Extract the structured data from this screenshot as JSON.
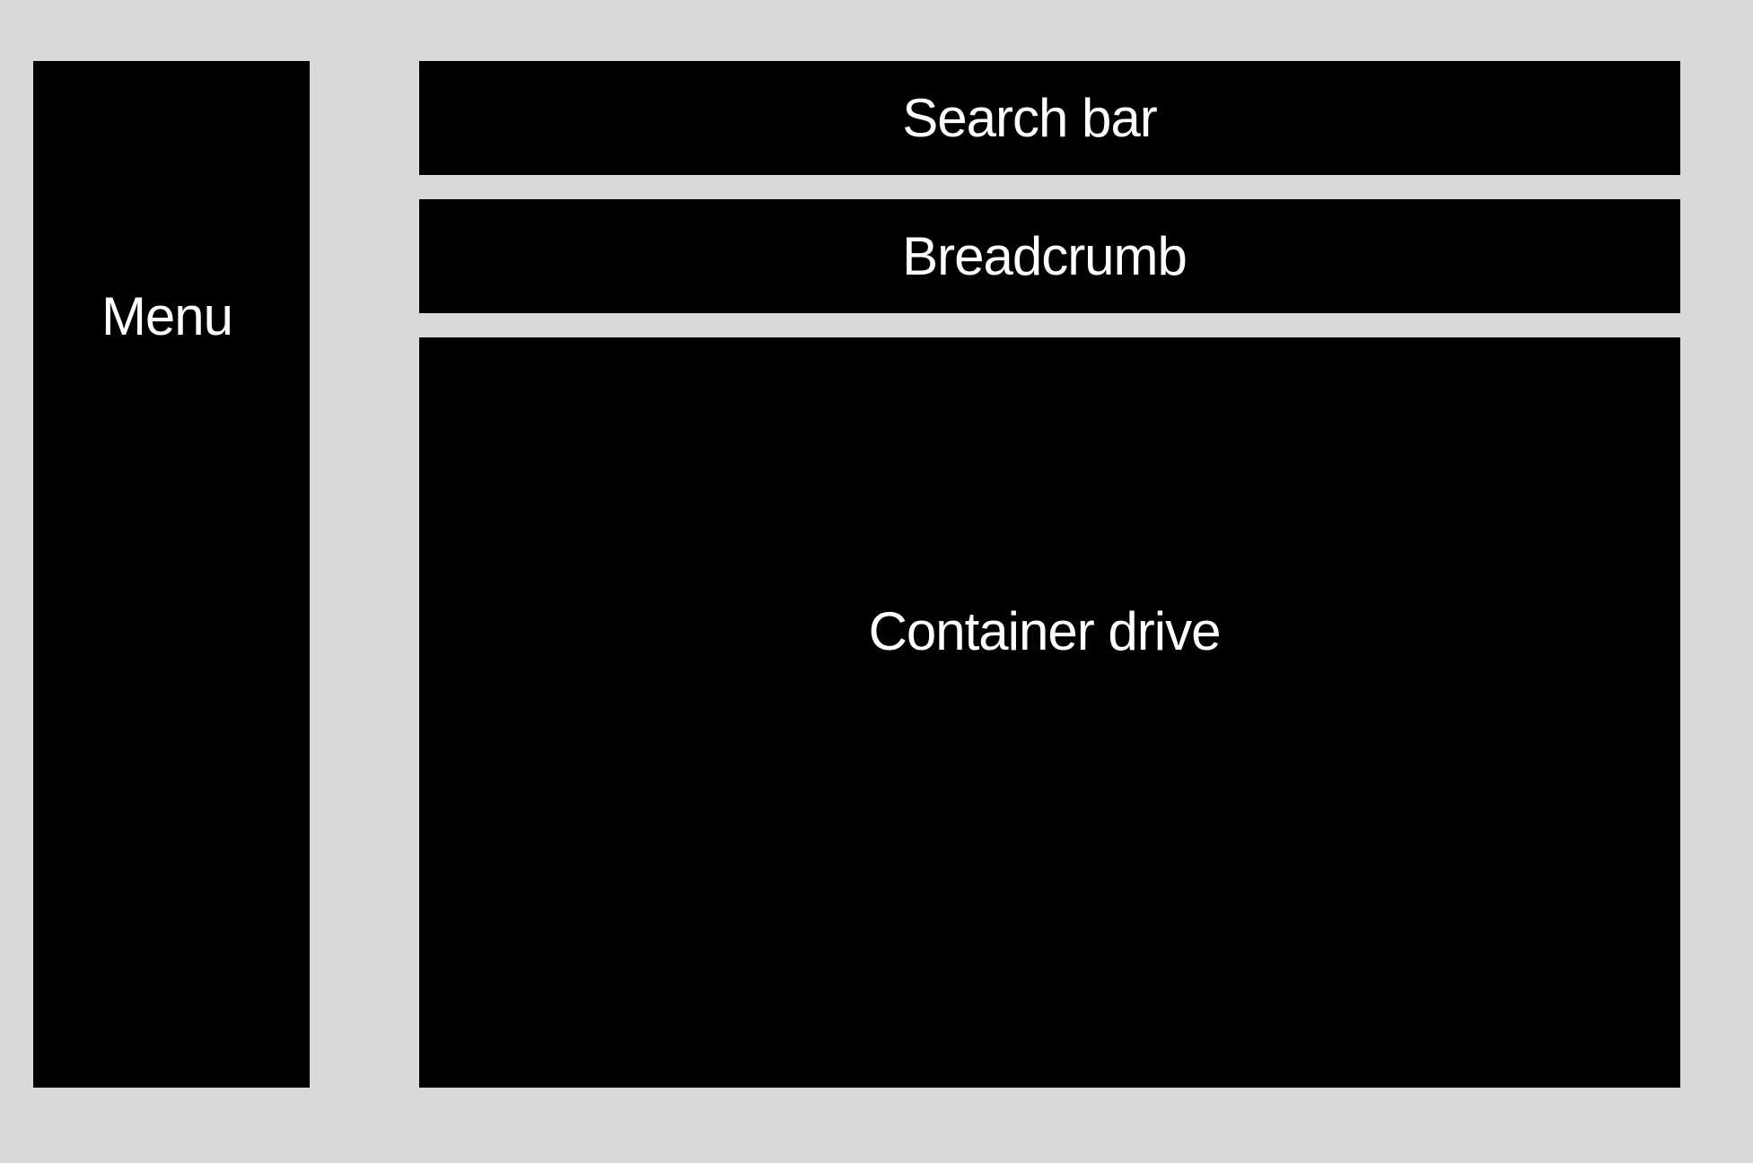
{
  "colors": {
    "background": "#d9d9d9",
    "block_fill": "#000000",
    "text": "#ffffff"
  },
  "menu": {
    "label": "Menu"
  },
  "search_bar": {
    "label": "Search bar"
  },
  "breadcrumb": {
    "label": "Breadcrumb"
  },
  "container_drive": {
    "label": "Container drive"
  }
}
